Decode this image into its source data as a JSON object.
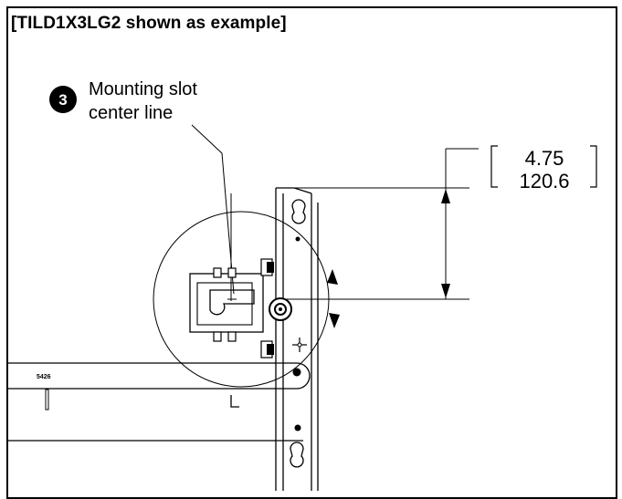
{
  "heading": "[TILD1X3LG2 shown as example]",
  "callout": {
    "number": "3",
    "label_line1": "Mounting slot",
    "label_line2": "center line"
  },
  "dimension": {
    "inches": "4.75",
    "millimeters": "120.6"
  },
  "bar_marking": "5426",
  "icons": [
    "callout-circle-icon",
    "detail-circle-icon",
    "rotation-arrow-icon"
  ]
}
